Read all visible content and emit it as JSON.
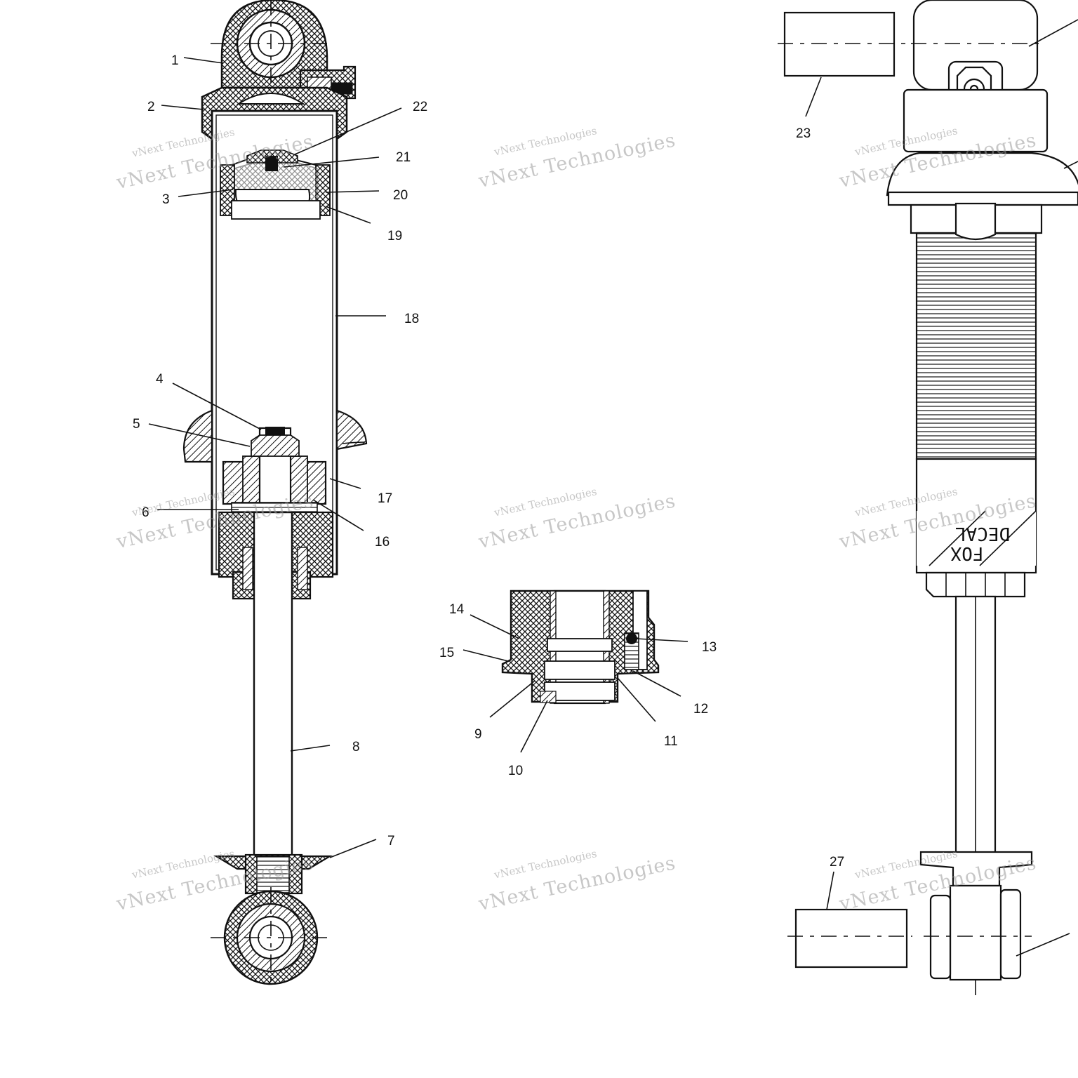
{
  "callouts": [
    {
      "id": "1",
      "label": "1"
    },
    {
      "id": "2",
      "label": "2"
    },
    {
      "id": "3",
      "label": "3"
    },
    {
      "id": "4",
      "label": "4"
    },
    {
      "id": "5",
      "label": "5"
    },
    {
      "id": "6",
      "label": "6"
    },
    {
      "id": "7",
      "label": "7"
    },
    {
      "id": "8",
      "label": "8"
    },
    {
      "id": "9",
      "label": "9"
    },
    {
      "id": "10",
      "label": "10"
    },
    {
      "id": "11",
      "label": "11"
    },
    {
      "id": "12",
      "label": "12"
    },
    {
      "id": "13",
      "label": "13"
    },
    {
      "id": "14",
      "label": "14"
    },
    {
      "id": "15",
      "label": "15"
    },
    {
      "id": "16",
      "label": "16"
    },
    {
      "id": "17",
      "label": "17"
    },
    {
      "id": "18",
      "label": "18"
    },
    {
      "id": "19",
      "label": "19"
    },
    {
      "id": "20",
      "label": "20"
    },
    {
      "id": "21",
      "label": "21"
    },
    {
      "id": "22",
      "label": "22"
    },
    {
      "id": "23",
      "label": "23"
    },
    {
      "id": "27",
      "label": "27"
    }
  ],
  "decal": {
    "line1": "DECAL",
    "line2": "FOX"
  },
  "watermark": {
    "small": "vNext Technologies",
    "large": "vNext Technologies"
  },
  "colors": {
    "ink": "#111111",
    "watermark": "#9a9a9a",
    "background": "#ffffff"
  }
}
